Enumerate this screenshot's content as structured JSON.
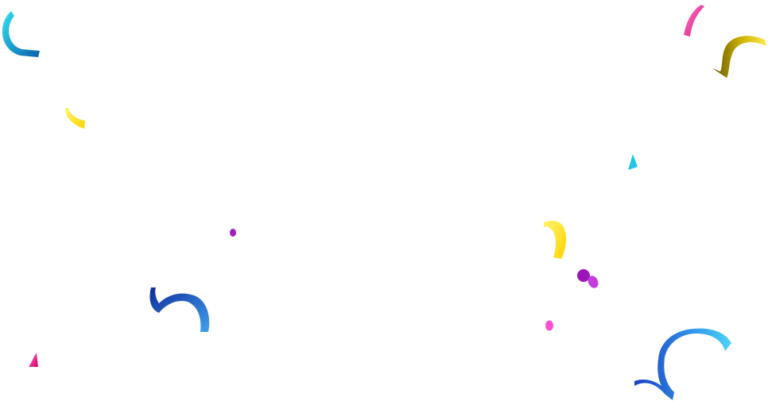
{
  "background_color": "#ffffff",
  "palette": {
    "cyan": "#16c7e6",
    "deep_blue": "#1a3fb8",
    "royal_blue": "#2456d6",
    "sky_blue": "#42b6f2",
    "yellow": "#ffe100",
    "olive_gold": "#8b7a00",
    "magenta": "#e2178a",
    "hot_pink": "#ff4fd1",
    "purple": "#9b16b8",
    "violet": "#c43be0"
  },
  "confetti": [
    {
      "kind": "ribbon",
      "color": "cyan"
    },
    {
      "kind": "ribbon",
      "color": "yellow"
    },
    {
      "kind": "ribbon",
      "color": "magenta"
    },
    {
      "kind": "ribbon",
      "color": "olive_gold"
    },
    {
      "kind": "shard",
      "color": "cyan"
    },
    {
      "kind": "dot",
      "color": "purple"
    },
    {
      "kind": "ribbon",
      "color": "yellow"
    },
    {
      "kind": "dot",
      "color": "purple"
    },
    {
      "kind": "dot",
      "color": "violet"
    },
    {
      "kind": "ribbon",
      "color": "royal_blue"
    },
    {
      "kind": "dot",
      "color": "hot_pink"
    },
    {
      "kind": "ribbon",
      "color": "sky_blue"
    },
    {
      "kind": "shard",
      "color": "magenta"
    }
  ]
}
